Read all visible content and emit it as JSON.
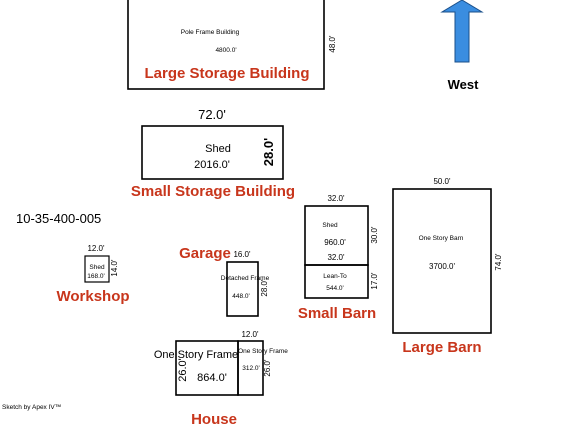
{
  "parcel_id": "10-35-400-005",
  "footer_credit": "Sketch by Apex IV™",
  "compass": {
    "label": "West",
    "arrow_color": "#3a8de0"
  },
  "label_color": "#c8361c",
  "buildings": {
    "large_storage": {
      "label": "Large Storage Building",
      "section": "Pole Frame Building",
      "area": "4800.0'",
      "side_dim": "48.0'"
    },
    "small_storage": {
      "label": "Small Storage Building",
      "section": "Shed",
      "area": "2016.0'",
      "top_dim": "72.0'",
      "side_dim": "28.0'"
    },
    "workshop": {
      "label": "Workshop",
      "section": "Shed",
      "area": "168.0'",
      "top_dim": "12.0'",
      "side_dim": "14.0'"
    },
    "garage": {
      "label": "Garage",
      "section": "Detached Frame",
      "area": "448.0'",
      "top_dim": "16.0'",
      "side_dim": "28.0'"
    },
    "small_barn": {
      "label": "Small Barn",
      "top_dim": "32.0'",
      "upper": {
        "section": "Shed",
        "area": "960.0'",
        "side_dim": "30.0'"
      },
      "mid_dim": "32.0'",
      "lower": {
        "section": "Lean-To",
        "area": "544.0'",
        "side_dim": "17.0'"
      }
    },
    "large_barn": {
      "label": "Large Barn",
      "section": "One Story Barn",
      "area": "3700.0'",
      "top_dim": "50.0'",
      "side_dim": "74.0'"
    },
    "house": {
      "label": "House",
      "main": {
        "section": "One Story Frame",
        "area": "864.0'",
        "side_dim": "26.0'"
      },
      "addition": {
        "section": "One Story Frame",
        "area": "312.0'",
        "top_dim": "12.0'",
        "side_dim": "26.0'"
      }
    }
  }
}
